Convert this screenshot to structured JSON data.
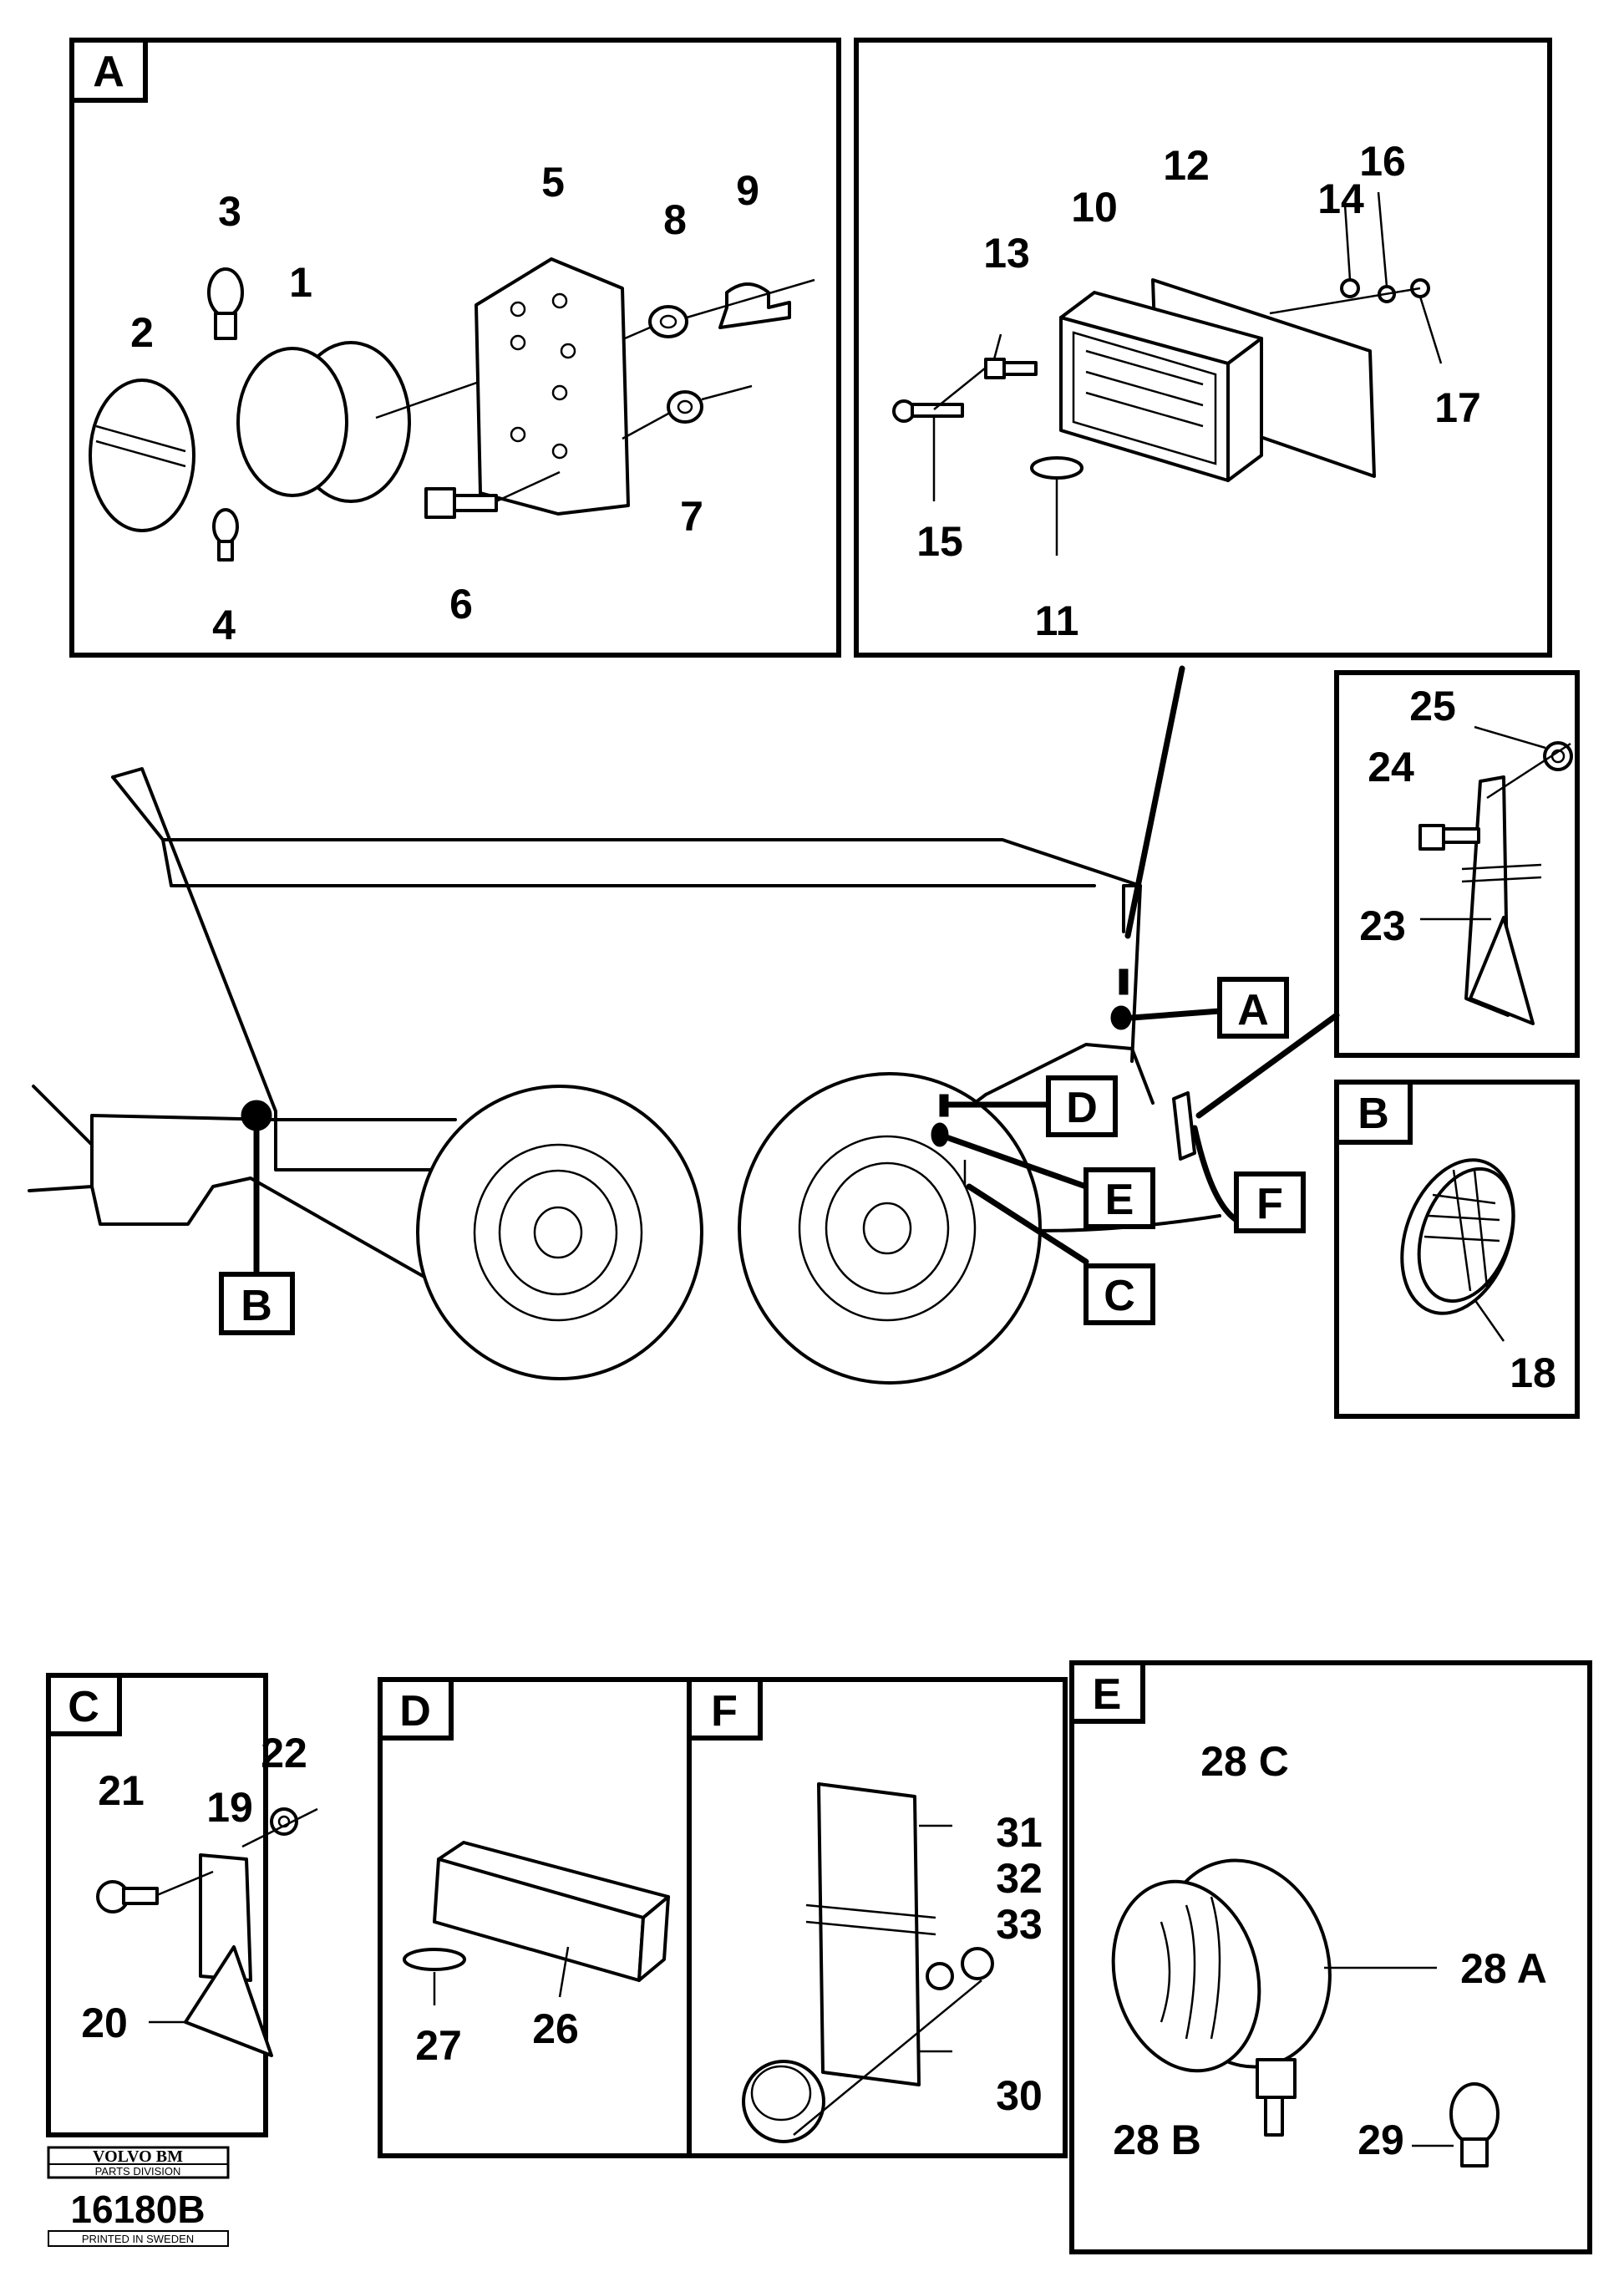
{
  "panels": {
    "A": {
      "letter": "A",
      "parts": [
        "1",
        "2",
        "3",
        "4",
        "5",
        "6",
        "7",
        "8",
        "9"
      ]
    },
    "A2": {
      "parts": [
        "10",
        "11",
        "12",
        "13",
        "14",
        "15",
        "16",
        "17"
      ]
    },
    "B": {
      "letter": "B",
      "parts": [
        "18"
      ]
    },
    "mirror": {
      "parts": [
        "23",
        "24",
        "25"
      ]
    },
    "C": {
      "letter": "C",
      "parts": [
        "19",
        "20",
        "21",
        "22"
      ]
    },
    "D": {
      "letter": "D",
      "parts": [
        "26",
        "27"
      ]
    },
    "F": {
      "letter": "F",
      "parts": [
        "30",
        "31",
        "32",
        "33"
      ]
    },
    "E": {
      "letter": "E",
      "parts": [
        "28 C",
        "28 A",
        "28 B",
        "29"
      ]
    }
  },
  "callouts": {
    "A": "A",
    "B": "B",
    "C": "C",
    "D": "D",
    "E": "E",
    "F": "F"
  },
  "logo": {
    "brand": "VOLVO BM",
    "division": "PARTS DIVISION",
    "ref": "16180B",
    "printed": "PRINTED IN SWEDEN"
  }
}
